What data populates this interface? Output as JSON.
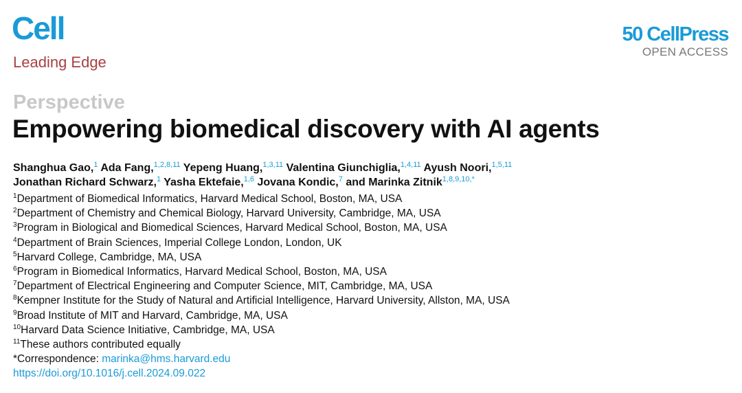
{
  "header": {
    "journal": "Cell",
    "section": "Leading Edge",
    "publisher": "50 CellPress",
    "publisher_badge": "OPEN ACCESS"
  },
  "article": {
    "type": "Perspective",
    "title": "Empowering biomedical discovery with AI agents"
  },
  "authors": [
    {
      "name": "Shanghua Gao,",
      "sup": "1"
    },
    {
      "name": "Ada Fang,",
      "sup": "1,2,8,11"
    },
    {
      "name": "Yepeng Huang,",
      "sup": "1,3,11"
    },
    {
      "name": "Valentina Giunchiglia,",
      "sup": "1,4,11"
    },
    {
      "name": "Ayush Noori,",
      "sup": "1,5,11"
    },
    {
      "name": "Jonathan Richard Schwarz,",
      "sup": "1"
    },
    {
      "name": "Yasha Ektefaie,",
      "sup": "1,6"
    },
    {
      "name": "Jovana Kondic,",
      "sup": "7"
    },
    {
      "name": "and Marinka Zitnik",
      "sup": "1,8,9,10,*"
    }
  ],
  "affiliations": [
    {
      "num": "1",
      "text": "Department of Biomedical Informatics, Harvard Medical School, Boston, MA, USA"
    },
    {
      "num": "2",
      "text": "Department of Chemistry and Chemical Biology, Harvard University, Cambridge, MA, USA"
    },
    {
      "num": "3",
      "text": "Program in Biological and Biomedical Sciences, Harvard Medical School, Boston, MA, USA"
    },
    {
      "num": "4",
      "text": "Department of Brain Sciences, Imperial College London, London, UK"
    },
    {
      "num": "5",
      "text": "Harvard College, Cambridge, MA, USA"
    },
    {
      "num": "6",
      "text": "Program in Biomedical Informatics, Harvard Medical School, Boston, MA, USA"
    },
    {
      "num": "7",
      "text": "Department of Electrical Engineering and Computer Science, MIT, Cambridge, MA, USA"
    },
    {
      "num": "8",
      "text": "Kempner Institute for the Study of Natural and Artificial Intelligence, Harvard University, Allston, MA, USA"
    },
    {
      "num": "9",
      "text": "Broad Institute of MIT and Harvard, Cambridge, MA, USA"
    },
    {
      "num": "10",
      "text": "Harvard Data Science Initiative, Cambridge, MA, USA"
    },
    {
      "num": "11",
      "text": "These authors contributed equally"
    }
  ],
  "correspondence": {
    "label": "*Correspondence: ",
    "email": "marinka@hms.harvard.edu"
  },
  "doi": "https://doi.org/10.1016/j.cell.2024.09.022"
}
